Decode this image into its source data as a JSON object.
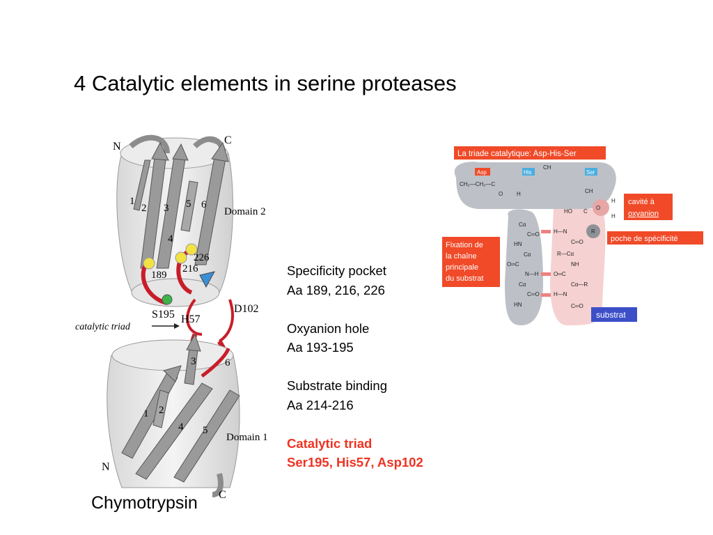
{
  "slide": {
    "title": "4 Catalytic elements in serine proteases",
    "caption": "Chymotrypsin"
  },
  "notes": [
    {
      "heading": "Specificity pocket",
      "detail": "Aa 189, 216, 226",
      "highlight": false
    },
    {
      "heading": "Oxyanion hole",
      "detail": "Aa 193-195",
      "highlight": false
    },
    {
      "heading": "Substrate binding",
      "detail": "Aa 214-216",
      "highlight": false
    },
    {
      "heading": "Catalytic triad",
      "detail": "Ser195, His57, Asp102",
      "highlight": true
    }
  ],
  "structure": {
    "n_top": "N",
    "c_top": "C",
    "n_bottom": "N",
    "c_bottom": "C",
    "domain2": "Domain 2",
    "domain1": "Domain 1",
    "triad_label": "catalytic triad",
    "top_strands": [
      "1",
      "2",
      "3",
      "4",
      "5",
      "6"
    ],
    "bottom_strands": [
      "1",
      "2",
      "3",
      "4",
      "5",
      "6"
    ],
    "residues": {
      "r189": "189",
      "r216": "216",
      "r226": "226",
      "s195": "S195",
      "h57": "H57",
      "d102": "D102"
    }
  },
  "mechanism": {
    "header": "La triade catalytique: Asp-His-Ser",
    "asp": "Asp",
    "his": "His",
    "ser": "Ser",
    "oxyanion": [
      "cavité à",
      "oxyanion"
    ],
    "specificity": "poche de spécificité",
    "backbone": [
      "Fixation de",
      "la chaîne",
      "principale",
      "du substrat"
    ],
    "substrate": "substrat",
    "chem": {
      "ch2": "CH",
      "ch2ch2": "CH₂—CH₂—C",
      "o": "O",
      "ho": "HO",
      "c": "C",
      "h": "H",
      "r": "R",
      "ca": "Cα",
      "hn": "HN",
      "nh": "NH",
      "n_h": "N—H",
      "o_c": "O═C",
      "c_o": "C═O",
      "r_ca": "R—Cα",
      "ca_r": "Cα—R",
      "h_n": "H—N"
    }
  },
  "colors": {
    "accent_red": "#ee3322",
    "label_box": "#f04a28",
    "substrate_box": "#3d4fc8",
    "ribbon": "#9a9a9a",
    "triad_red": "#c81e2a",
    "gray_zone": "#b9bec4",
    "pink_zone": "#f6cfcf"
  }
}
